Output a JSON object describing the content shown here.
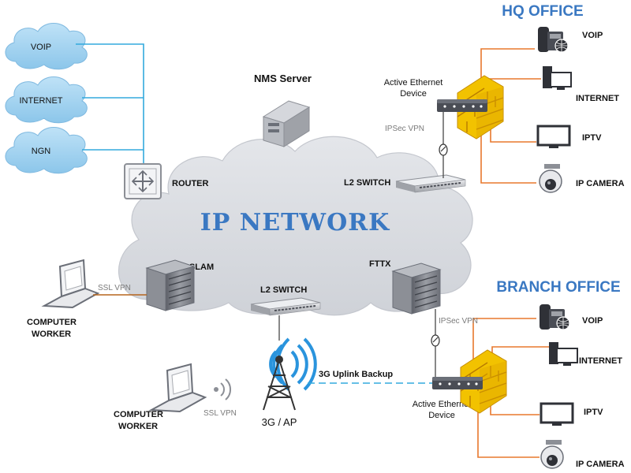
{
  "colors": {
    "cloud_fill": "#d9dbe0",
    "cloud_stroke": "#c4c7ce",
    "small_cloud": "#9ecfee",
    "cyan_line": "#33aadd",
    "orange_line": "#e8782d",
    "brown_line": "#b5651d",
    "title_blue": "#3a78c2",
    "device_gray": "#8c8f96",
    "firewall": "#f2c200",
    "signal_blue": "#2a94dd"
  },
  "clouds_left": [
    {
      "label": "VOIP"
    },
    {
      "label": "INTERNET"
    },
    {
      "label": "NGN"
    }
  ],
  "main_cloud": {
    "label": "IP NETWORK"
  },
  "nodes": {
    "router": "ROUTER",
    "nms": "NMS Server",
    "l2_switch_top": "L2 SWITCH",
    "l2_switch_bottom": "L2 SWITCH",
    "dslam": "DSLAM",
    "fttx": "FTTX",
    "ap": "3G / AP"
  },
  "links": {
    "ipsec_top": "IPSec VPN",
    "ipsec_bottom": "IPSec VPN",
    "ssl_vpn_1": "SSL VPN",
    "ssl_vpn_2": "SSL VPN",
    "uplink": "3G Uplink Backup"
  },
  "workers": [
    {
      "line1": "COMPUTER",
      "line2": "WORKER"
    },
    {
      "line1": "COMPUTER",
      "line2": "WORKER"
    }
  ],
  "hq": {
    "title": "HQ OFFICE",
    "device_line1": "Active Ethernet",
    "device_line2": "Device",
    "endpoints": [
      "VOIP",
      "INTERNET",
      "IPTV",
      "IP CAMERA"
    ]
  },
  "branch": {
    "title": "BRANCH OFFICE",
    "device_line1": "Active Ethernet",
    "device_line2": "Device",
    "endpoints": [
      "VOIP",
      "INTERNET",
      "IPTV",
      "IP CAMERA"
    ]
  }
}
